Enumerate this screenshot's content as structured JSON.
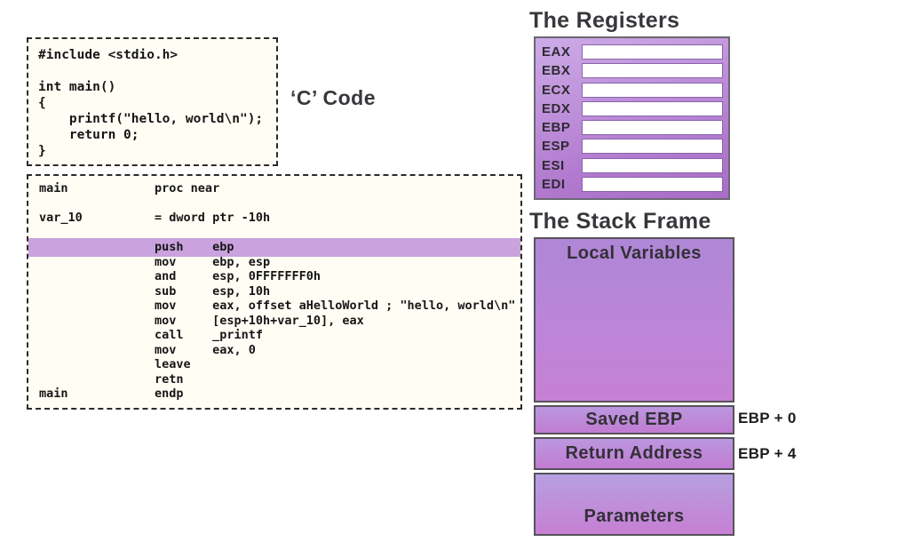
{
  "c_code": {
    "label": "‘C’ Code",
    "lines": [
      "#include <stdio.h>",
      "",
      "int main()",
      "{",
      "    printf(\"hello, world\\n\");",
      "    return 0;",
      "}"
    ]
  },
  "assembly": {
    "lines": [
      {
        "text": "main            proc near",
        "highlight": false
      },
      {
        "text": "",
        "highlight": false
      },
      {
        "text": "var_10          = dword ptr -10h",
        "highlight": false
      },
      {
        "text": "",
        "highlight": false
      },
      {
        "text": "                push    ebp",
        "highlight": true
      },
      {
        "text": "                mov     ebp, esp",
        "highlight": false
      },
      {
        "text": "                and     esp, 0FFFFFFF0h",
        "highlight": false
      },
      {
        "text": "                sub     esp, 10h",
        "highlight": false
      },
      {
        "text": "                mov     eax, offset aHelloWorld ; \"hello, world\\n\"",
        "highlight": false
      },
      {
        "text": "                mov     [esp+10h+var_10], eax",
        "highlight": false
      },
      {
        "text": "                call    _printf",
        "highlight": false
      },
      {
        "text": "                mov     eax, 0",
        "highlight": false
      },
      {
        "text": "                leave",
        "highlight": false
      },
      {
        "text": "                retn",
        "highlight": false
      },
      {
        "text": "main            endp",
        "highlight": false
      }
    ]
  },
  "registers": {
    "title": "The Registers",
    "rows": [
      {
        "name": "EAX",
        "value": ""
      },
      {
        "name": "EBX",
        "value": ""
      },
      {
        "name": "ECX",
        "value": ""
      },
      {
        "name": "EDX",
        "value": ""
      },
      {
        "name": "EBP",
        "value": ""
      },
      {
        "name": "ESP",
        "value": ""
      },
      {
        "name": "ESI",
        "value": ""
      },
      {
        "name": "EDI",
        "value": ""
      }
    ]
  },
  "stack_frame": {
    "title": "The Stack Frame",
    "segments": {
      "local_variables": "Local Variables",
      "saved_ebp": "Saved EBP",
      "return_address": "Return Address",
      "parameters": "Parameters"
    },
    "offsets": {
      "saved_ebp": "EBP + 0",
      "return_address": "EBP + 4"
    }
  },
  "colors": {
    "highlight_line": "#c9a2de",
    "panel_purple_light": "#cdabe7",
    "panel_purple_dark": "#a86dc7",
    "stack_purple_top": "#af87d6",
    "stack_purple_bottom": "#c680d4",
    "code_box_background": "#fffdf4",
    "title_text": "#39373c"
  }
}
